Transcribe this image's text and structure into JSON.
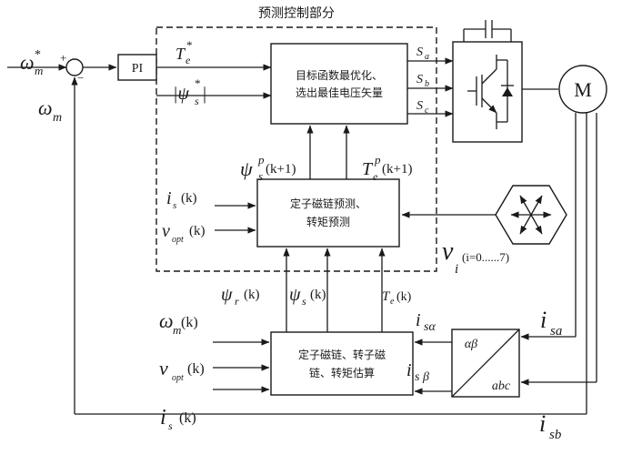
{
  "title": "预测控制部分",
  "pi_label": "PI",
  "sum_plus": "+",
  "sum_minus": "−",
  "motor_label": "M",
  "inputs": {
    "omega": "ω",
    "omega_sup": "*",
    "omega_sub": "m",
    "omega_m": "ω",
    "omega_m_sub": "m"
  },
  "mpc_box": {
    "line1": "目标函数最优化、",
    "line2": "选出最佳电压矢量"
  },
  "predict_box": {
    "line1": "定子磁链预测、",
    "line2": "转矩预测"
  },
  "estimate_box": {
    "line1": "定子磁链、转子磁",
    "line2": "链、转矩估算"
  },
  "signals": {
    "te_ref": "T",
    "te_ref_sub": "e",
    "te_ref_sup": "*",
    "psi_ref": "|ψ",
    "psi_ref_sub": "s",
    "psi_ref_sup": "*",
    "psi_ref_close": "|",
    "sa": "S",
    "sa_sub": "a",
    "sb": "S",
    "sb_sub": "b",
    "sc": "S",
    "sc_sub": "c",
    "psi_pred": "ψ",
    "psi_pred_sub": "s",
    "psi_pred_sup": "p",
    "psi_pred_arg": "(k+1)",
    "te_pred": "T",
    "te_pred_sub": "e",
    "te_pred_sup": "p",
    "te_pred_arg": "(k+1)",
    "is_k": "i",
    "is_k_sub": "s",
    "is_k_arg": "(k)",
    "vopt_k": "v",
    "vopt_k_sub": "opt",
    "vopt_k_arg": "(k)",
    "vi": "v",
    "vi_sub": "i",
    "vi_arg": "(i=0......7)",
    "psi_r": "ψ",
    "psi_r_sub": "r",
    "psi_r_arg": "(k)",
    "psi_s": "ψ",
    "psi_s_sub": "s",
    "psi_s_arg": "(k)",
    "te_k": "T",
    "te_k_sub": "e",
    "te_k_arg": "(k)",
    "omega_k": "ω",
    "omega_k_sub": "m",
    "omega_k_arg": "(k)",
    "vopt_k2": "v",
    "vopt_k2_sub": "opt",
    "vopt_k2_arg": "(k)",
    "is_k2": "i",
    "is_k2_sub": "s",
    "is_k2_arg": "(k)",
    "i_salpha": "i",
    "i_salpha_sub": "sα",
    "i_sbeta": "i",
    "i_sbeta_sub": "s β",
    "i_sa": "i",
    "i_sa_sub": "sa",
    "i_sb": "i",
    "i_sb_sub": "sb"
  },
  "transform": {
    "top": "αβ",
    "bottom": "abc"
  }
}
